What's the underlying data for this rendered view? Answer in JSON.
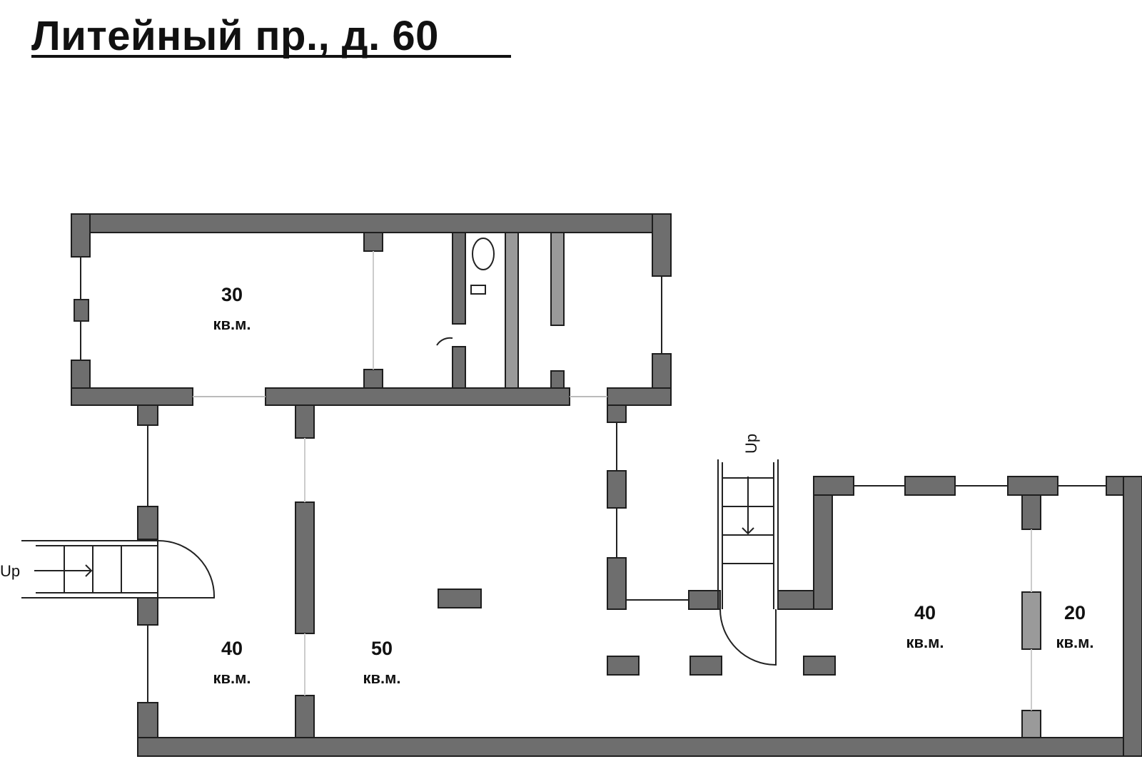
{
  "title": "Литейный пр., д. 60",
  "colors": {
    "wall": "#6e6e6e",
    "wall_stroke": "#1e1e1e",
    "line": "#222222",
    "background": "#ffffff"
  },
  "rooms": [
    {
      "id": "room-30",
      "area": "30",
      "unit": "кв.м."
    },
    {
      "id": "room-40-left",
      "area": "40",
      "unit": "кв.м."
    },
    {
      "id": "room-50",
      "area": "50",
      "unit": "кв.м."
    },
    {
      "id": "room-40-right",
      "area": "40",
      "unit": "кв.м."
    },
    {
      "id": "room-20",
      "area": "20",
      "unit": "кв.м."
    }
  ],
  "stairs": [
    {
      "id": "stair-left",
      "label": "Up"
    },
    {
      "id": "stair-center",
      "label": "Up"
    }
  ]
}
